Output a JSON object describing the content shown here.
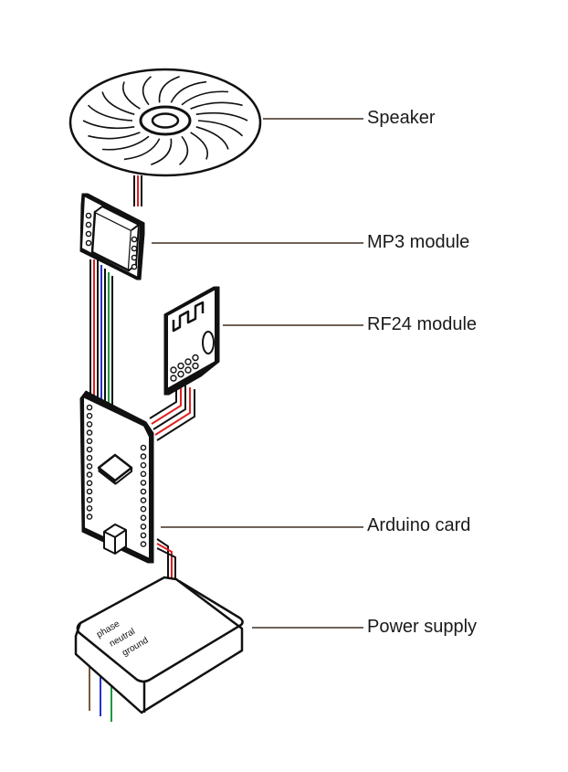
{
  "components": [
    {
      "id": "speaker",
      "label": "Speaker"
    },
    {
      "id": "mp3",
      "label": "MP3 module"
    },
    {
      "id": "rf24",
      "label": "RF24 module"
    },
    {
      "id": "arduino",
      "label": "Arduino card"
    },
    {
      "id": "psu",
      "label": "Power supply"
    }
  ],
  "psu_terminals": [
    "phase",
    "neutral",
    "ground"
  ],
  "wire_colors": {
    "black": "#111111",
    "red": "#e02020",
    "green": "#1a9a3a",
    "blue": "#2233cc",
    "brown": "#7a5a3a",
    "leader": "#6e6259"
  }
}
